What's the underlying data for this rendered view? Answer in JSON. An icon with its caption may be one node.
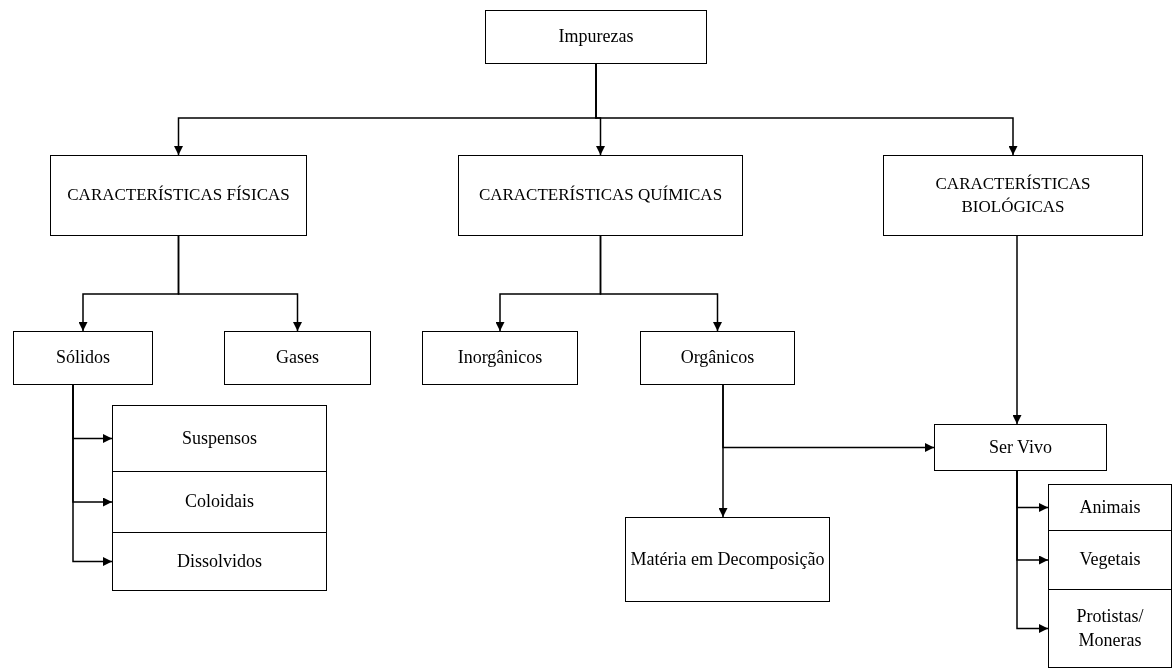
{
  "diagram": {
    "nodes": [
      {
        "text": [
          "Impurezas"
        ]
      },
      {
        "text": [
          "CARACTERÍSTICAS FÍSICAS"
        ]
      },
      {
        "text": [
          "CARACTERÍSTICAS QUÍMICAS"
        ]
      },
      {
        "text": [
          "CARACTERÍSTICAS BIOLÓGICAS"
        ]
      },
      {
        "text": [
          "Sólidos"
        ]
      },
      {
        "text": [
          "Gases"
        ]
      },
      {
        "text": [
          "Inorgânicos"
        ]
      },
      {
        "text": [
          "Orgânicos"
        ]
      },
      {
        "text": [
          "Suspensos"
        ]
      },
      {
        "text": [
          "Coloidais"
        ]
      },
      {
        "text": [
          "Dissolvidos"
        ]
      },
      {
        "text": [
          "Ser Vivo"
        ]
      },
      {
        "text": [
          "Matéria em Decomposição"
        ]
      },
      {
        "text": [
          "Animais"
        ]
      },
      {
        "text": [
          "Vegetais"
        ]
      },
      {
        "text": [
          "Protistas/ Moneras"
        ]
      }
    ],
    "edges": [
      {
        "from": 0,
        "to": 1,
        "arrow": "to"
      },
      {
        "from": 0,
        "to": 2,
        "arrow": "to"
      },
      {
        "from": 0,
        "to": 3,
        "arrow": "to"
      },
      {
        "from": 1,
        "to": 4,
        "arrow": "to"
      },
      {
        "from": 1,
        "to": 5,
        "arrow": "to"
      },
      {
        "from": 2,
        "to": 6,
        "arrow": "to"
      },
      {
        "from": 2,
        "to": 7,
        "arrow": "to"
      },
      {
        "from": 4,
        "to": 8,
        "arrow": "to"
      },
      {
        "from": 4,
        "to": 9,
        "arrow": "to"
      },
      {
        "from": 4,
        "to": 10,
        "arrow": "to"
      },
      {
        "from": 7,
        "to": 11,
        "arrow": "to"
      },
      {
        "from": 7,
        "to": 12,
        "arrow": "to"
      },
      {
        "from": 3,
        "to": 11,
        "arrow": "to"
      },
      {
        "from": 11,
        "to": 13,
        "arrow": "to"
      },
      {
        "from": 11,
        "to": 14,
        "arrow": "to"
      },
      {
        "from": 11,
        "to": 15,
        "arrow": "to"
      }
    ]
  }
}
